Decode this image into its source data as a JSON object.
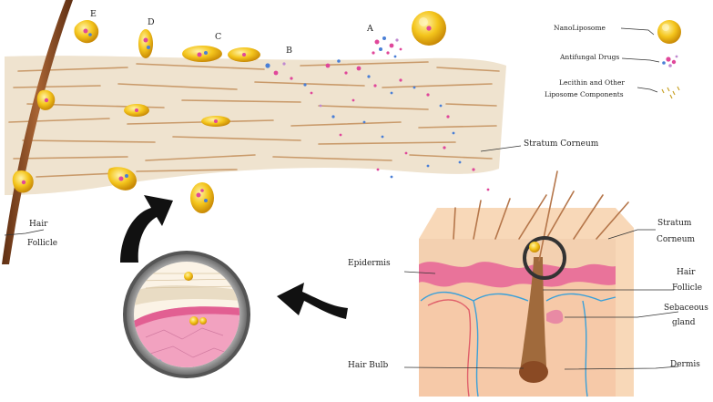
{
  "letters": {
    "a": "A",
    "b": "B",
    "c": "C",
    "d": "D",
    "e": "E"
  },
  "legend": {
    "nanoliposome": "NanoLiposome",
    "antifungal": "Antifungal Drugs",
    "lecithin_line1": "Lecithin and Other",
    "lecithin_line2": "Liposome Components"
  },
  "labels": {
    "stratum_corneum": "Stratum Corneum",
    "hair_follicle_left_1": "Hair",
    "hair_follicle_left_2": "Follicle",
    "stratum_right_1": "Stratum",
    "stratum_right_2": "Corneum",
    "epidermis": "Epidermis",
    "hair_follicle_right_1": "Hair",
    "hair_follicle_right_2": "Follicle",
    "sebaceous_1": "Sebaceous",
    "sebaceous_2": "gland",
    "hair_bulb": "Hair Bulb",
    "dermis": "Dermis"
  },
  "colors": {
    "stratum": "#efe3cf",
    "stratum_lines": "#c99a6a",
    "liposome": "#f2c21b",
    "drug_pink": "#e0479a",
    "drug_blue": "#4a7fd6",
    "hair": "#8a4a24",
    "epidermis": "#e9739a",
    "dermis": "#f6c9a8"
  }
}
